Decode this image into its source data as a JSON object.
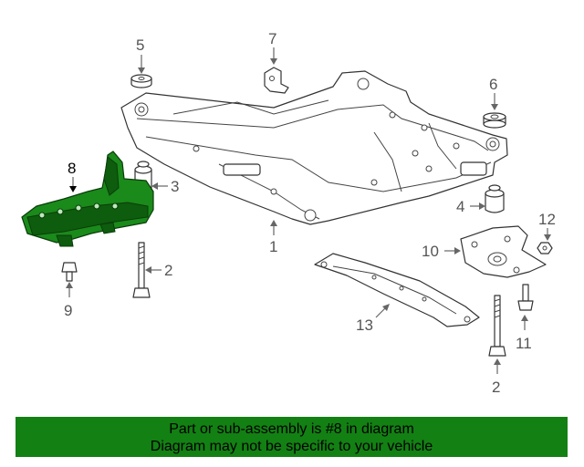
{
  "callouts": {
    "c1": "1",
    "c2a": "2",
    "c2b": "2",
    "c3": "3",
    "c4": "4",
    "c5": "5",
    "c6": "6",
    "c7": "7",
    "c8": "8",
    "c9": "9",
    "c10": "10",
    "c11": "11",
    "c12": "12",
    "c13": "13"
  },
  "banner": {
    "line1": "Part or sub-assembly is #8 in diagram",
    "line2": "Diagram may not be specific to your vehicle"
  },
  "colors": {
    "highlight": "#1a8a1a",
    "banner_bg": "#138013"
  }
}
